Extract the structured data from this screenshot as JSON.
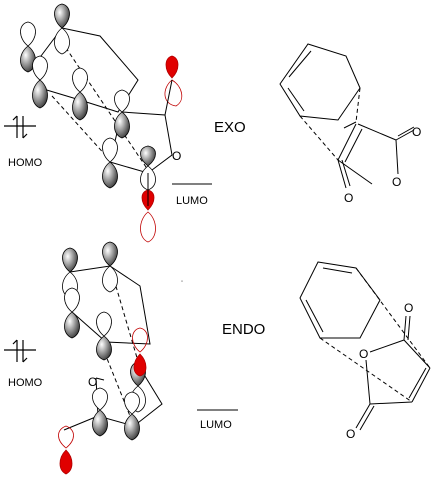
{
  "panels": {
    "exo": {
      "label": "EXO",
      "homo": "HOMO",
      "lumo": "LUMO"
    },
    "endo": {
      "label": "ENDO",
      "homo": "HOMO",
      "lumo": "LUMO"
    }
  },
  "atoms": {
    "oxygen": "O"
  },
  "stray_mark": "\""
}
